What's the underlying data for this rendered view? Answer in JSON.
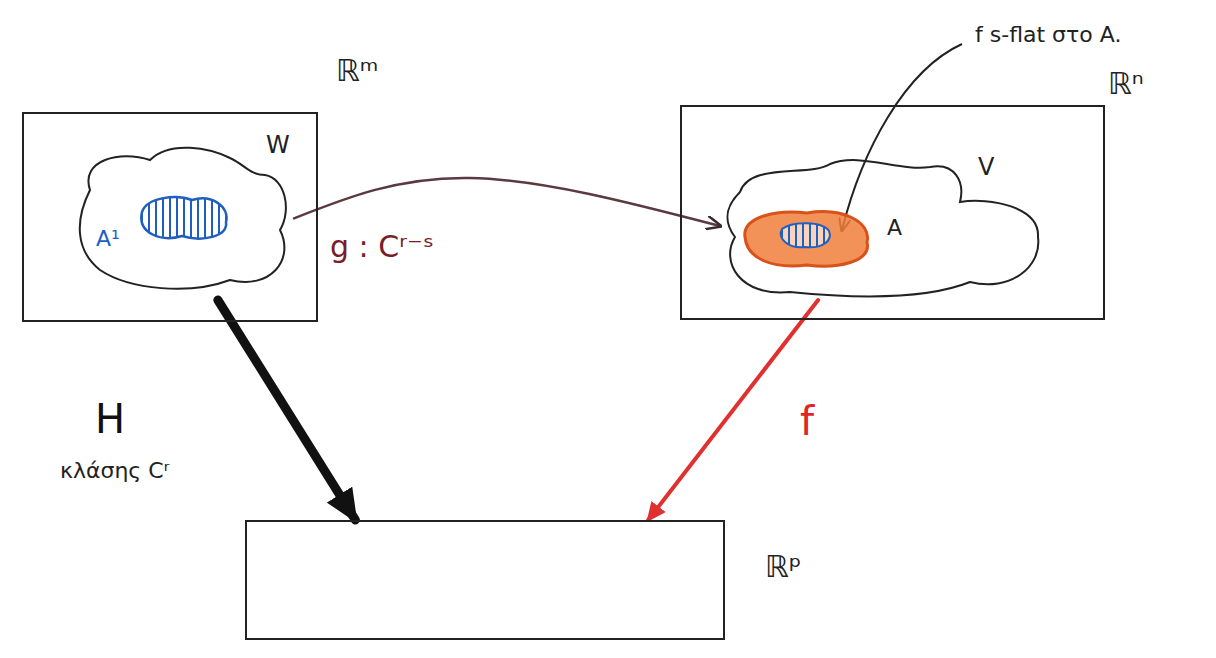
{
  "diagram": {
    "nodes": [
      {
        "text": [
          "ℝᵐ"
        ]
      },
      {
        "text": [
          "W"
        ],
        "in": 0
      },
      {
        "text": [
          "A¹"
        ],
        "in": 1
      },
      {
        "text": [
          "ℝⁿ"
        ]
      },
      {
        "text": [
          "V"
        ],
        "in": 3
      },
      {
        "text": [
          "A"
        ],
        "in": 4
      },
      {
        "text": [
          "ℝᵖ"
        ]
      }
    ],
    "edges": [
      {
        "from": 1,
        "to": 4,
        "arrow": "to",
        "label": "g : Cʳ⁻ˢ"
      },
      {
        "from": 1,
        "to": 6,
        "arrow": "to",
        "label": "H"
      },
      {
        "from": 4,
        "to": 6,
        "arrow": "to",
        "label": "f"
      }
    ],
    "labels": [
      "κλάσης Cʳ",
      "f s-flat στο A."
    ]
  }
}
